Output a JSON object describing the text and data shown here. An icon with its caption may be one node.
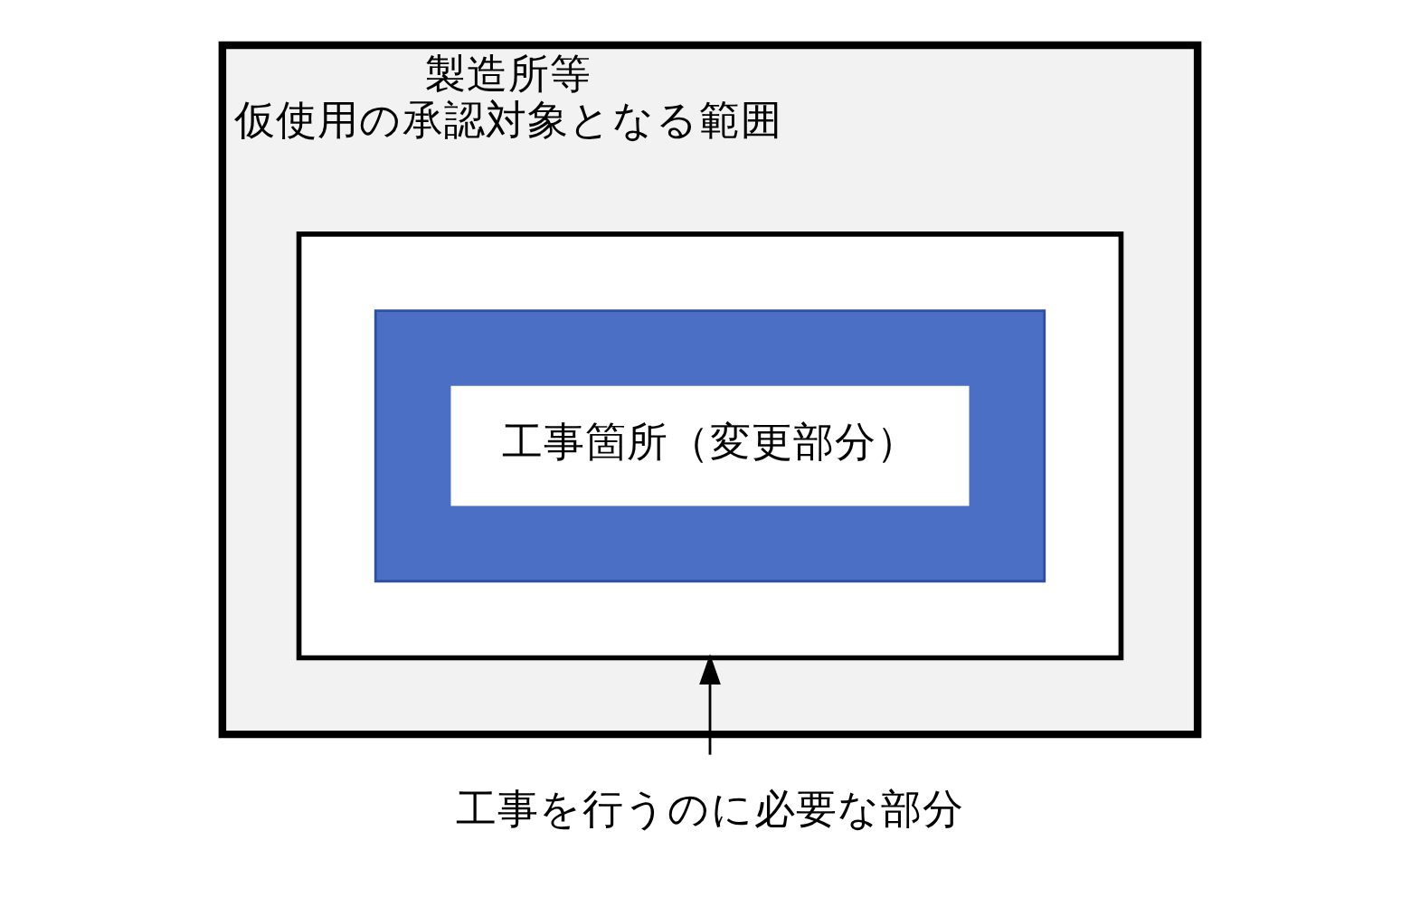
{
  "diagram": {
    "nodes": [
      {
        "text": [
          "製造所等",
          "仮使用の承認対象となる範囲"
        ]
      },
      {
        "text": [],
        "shape": "box",
        "in": 0
      },
      {
        "text": [],
        "shape": "box",
        "in": 1
      },
      {
        "text": [
          "工事箇所（変更部分）"
        ],
        "in": 2
      },
      {
        "text": [
          "工事を行うのに必要な部分"
        ]
      }
    ],
    "edges": [
      {
        "from": 4,
        "to": 1,
        "arrow": "to"
      }
    ]
  }
}
